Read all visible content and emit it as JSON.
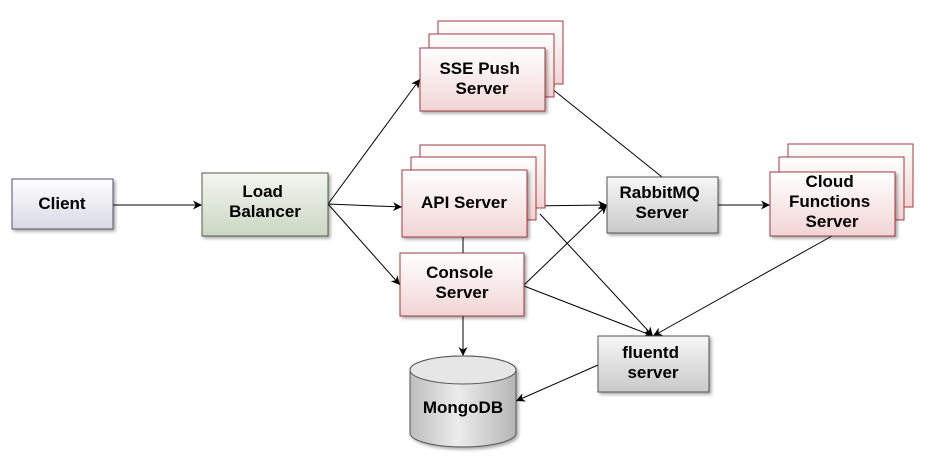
{
  "diagram": {
    "nodes": {
      "client": {
        "lines": [
          "Client"
        ]
      },
      "load_balancer": {
        "lines": [
          "Load",
          "Balancer"
        ]
      },
      "sse_push_server": {
        "lines": [
          "SSE Push",
          "Server"
        ]
      },
      "api_server": {
        "lines": [
          "API Server"
        ]
      },
      "console_server": {
        "lines": [
          "Console",
          "Server"
        ]
      },
      "rabbitmq_server": {
        "lines": [
          "RabbitMQ",
          "Server"
        ]
      },
      "cloud_functions_server": {
        "lines": [
          "Cloud",
          "Functions",
          "Server"
        ]
      },
      "fluentd_server": {
        "lines": [
          "fluentd",
          "server"
        ]
      },
      "mongodb": {
        "lines": [
          "MongoDB"
        ]
      }
    },
    "edges": [
      {
        "from": "client",
        "to": "load_balancer",
        "arrow": true
      },
      {
        "from": "load_balancer",
        "to": "sse_push_server",
        "arrow": true
      },
      {
        "from": "load_balancer",
        "to": "api_server",
        "arrow": true
      },
      {
        "from": "load_balancer",
        "to": "console_server",
        "arrow": true
      },
      {
        "from": "rabbitmq_server",
        "to": "sse_push_server",
        "arrow": true
      },
      {
        "from": "api_server",
        "to": "rabbitmq_server",
        "arrow": true
      },
      {
        "from": "console_server",
        "to": "rabbitmq_server",
        "arrow": true
      },
      {
        "from": "rabbitmq_server",
        "to": "cloud_functions_server",
        "arrow": true
      },
      {
        "from": "api_server",
        "to": "fluentd_server",
        "arrow": true
      },
      {
        "from": "console_server",
        "to": "fluentd_server",
        "arrow": true
      },
      {
        "from": "cloud_functions_server",
        "to": "fluentd_server",
        "arrow": true
      },
      {
        "from": "fluentd_server",
        "to": "mongodb",
        "arrow": true
      },
      {
        "from": "console_server",
        "to": "mongodb",
        "arrow": true
      },
      {
        "from": "api_server",
        "to": "console_server",
        "arrow": false
      }
    ],
    "colors": {
      "gray_fill_top": "#f6f6f6",
      "gray_fill_bottom": "#c9c9c9",
      "gray_stroke": "#555555",
      "green_fill_top": "#f3f6f0",
      "green_fill_bottom": "#cbd6c3",
      "green_stroke": "#4f5f4a",
      "red_fill_top": "#ffffff",
      "red_fill_bottom": "#f1d4d4",
      "red_stroke": "#a03a42",
      "client_fill_top": "#ffffff",
      "client_fill_bottom": "#d8d8e6",
      "client_stroke": "#55556a",
      "edge": "#000000"
    }
  }
}
